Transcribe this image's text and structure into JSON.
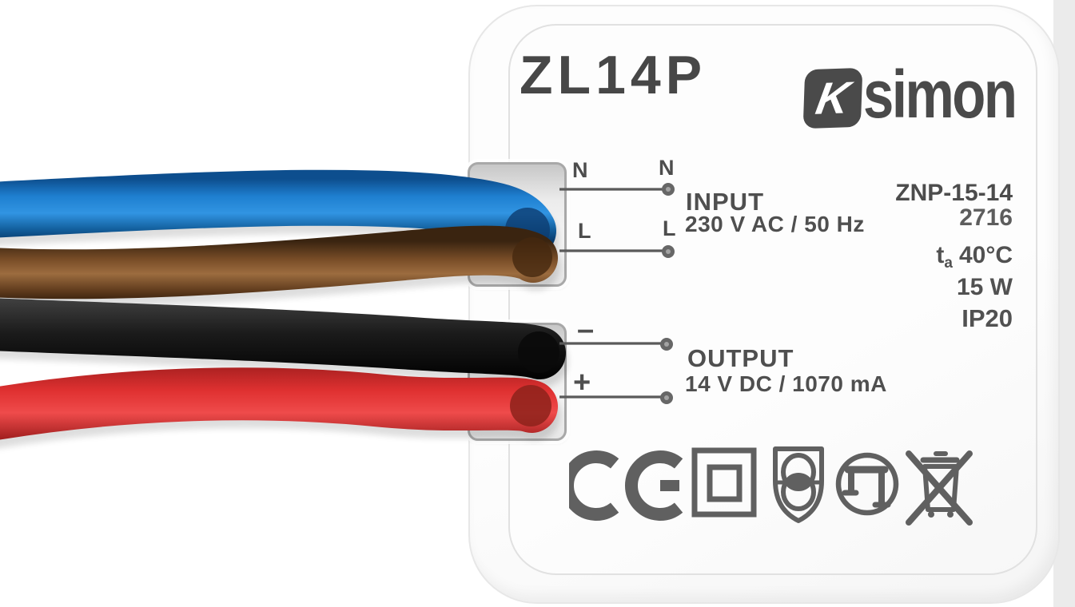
{
  "device": {
    "model": "ZL14P",
    "brand": {
      "mark_letter": "K",
      "name": "simon"
    },
    "type_code": "ZNP-15-14",
    "serial": "2716",
    "ratings": {
      "temp_symbol": "t",
      "temp_subscript": "a",
      "temp_value": "40°C",
      "max_power": "15 W",
      "ip_rating": "IP20"
    },
    "input": {
      "label": "INPUT",
      "spec": "230 V AC / 50 Hz",
      "terminals": {
        "neutral": "N",
        "line": "L"
      }
    },
    "output": {
      "label": "OUTPUT",
      "spec": "14 V DC / 1070 mA",
      "terminals": {
        "negative": "–",
        "positive": "+"
      }
    }
  },
  "wires": [
    {
      "name": "neutral-wire",
      "color_name": "blue",
      "color": "#1e7fd0"
    },
    {
      "name": "line-wire",
      "color_name": "brown",
      "color": "#8a5a33"
    },
    {
      "name": "negative-wire",
      "color_name": "black",
      "color": "#1a1a1a"
    },
    {
      "name": "positive-wire",
      "color_name": "red",
      "color": "#e23636"
    }
  ],
  "certification_icons": [
    {
      "name": "ce-mark"
    },
    {
      "name": "class-ii-insulation-icon"
    },
    {
      "name": "safety-shield-icon"
    },
    {
      "name": "furniture-installation-icon"
    },
    {
      "name": "weee-crossed-bin-icon"
    }
  ]
}
